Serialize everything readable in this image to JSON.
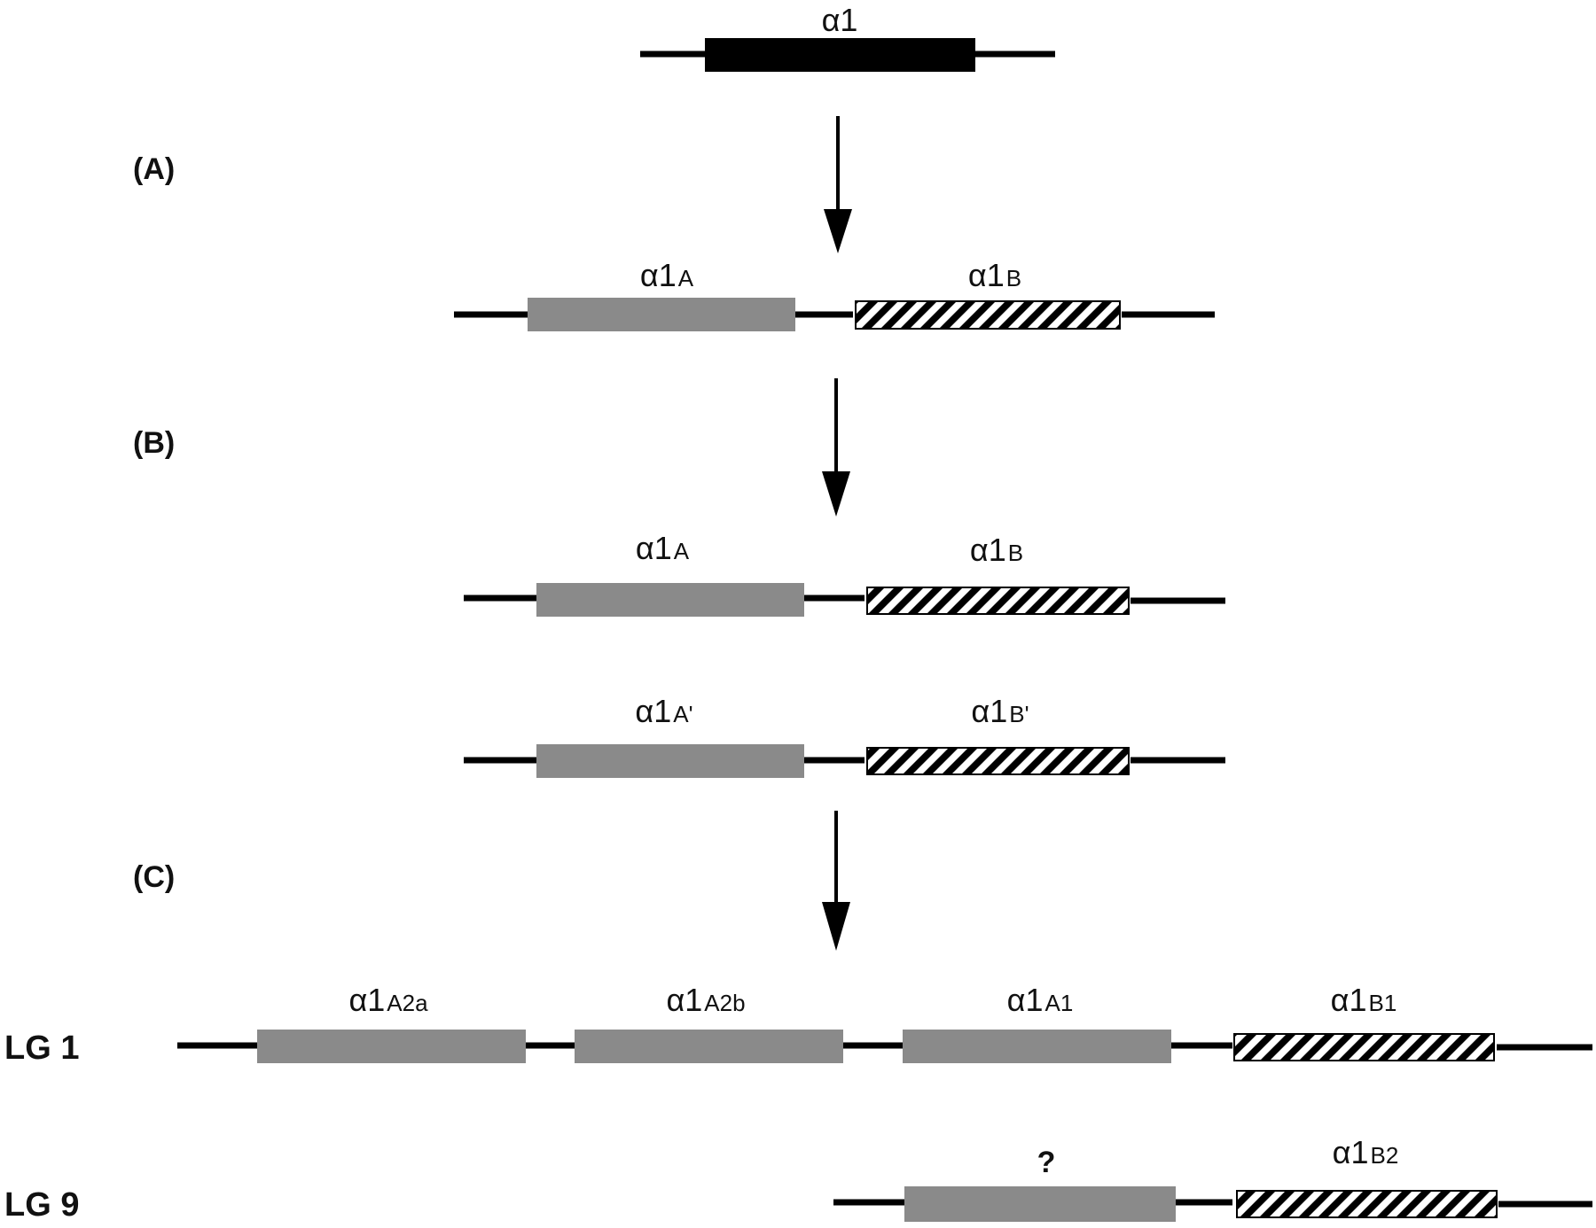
{
  "steps": [
    "(A)",
    "(B)",
    "(C)"
  ],
  "linkage_groups": [
    "LG 1",
    "LG 9"
  ],
  "genes": {
    "ancestral": {
      "greek": "α",
      "main": "1",
      "sub": ""
    },
    "a_stage_A": {
      "greek": "α",
      "main": "1",
      "sub": "A"
    },
    "a_stage_B": {
      "greek": "α",
      "main": "1",
      "sub": "B"
    },
    "b_stage_A": {
      "greek": "α",
      "main": "1",
      "sub": "A"
    },
    "b_stage_B": {
      "greek": "α",
      "main": "1",
      "sub": "B"
    },
    "b_stage_Ap": {
      "greek": "α",
      "main": "1",
      "sub": "A'"
    },
    "b_stage_Bp": {
      "greek": "α",
      "main": "1",
      "sub": "B'"
    },
    "lg1_A2a": {
      "greek": "α",
      "main": "1",
      "sub": "A2a"
    },
    "lg1_A2b": {
      "greek": "α",
      "main": "1",
      "sub": "A2b"
    },
    "lg1_A1": {
      "greek": "α",
      "main": "1",
      "sub": "A1"
    },
    "lg1_B1": {
      "greek": "α",
      "main": "1",
      "sub": "B1"
    },
    "lg9_B2": {
      "greek": "α",
      "main": "1",
      "sub": "B2"
    }
  },
  "unknown_gene_label": "?",
  "colors": {
    "ancestral_fill": "#000000",
    "a_type_fill": "#8a8a8a",
    "b_type_hatch": "#000000",
    "line": "#000000"
  }
}
